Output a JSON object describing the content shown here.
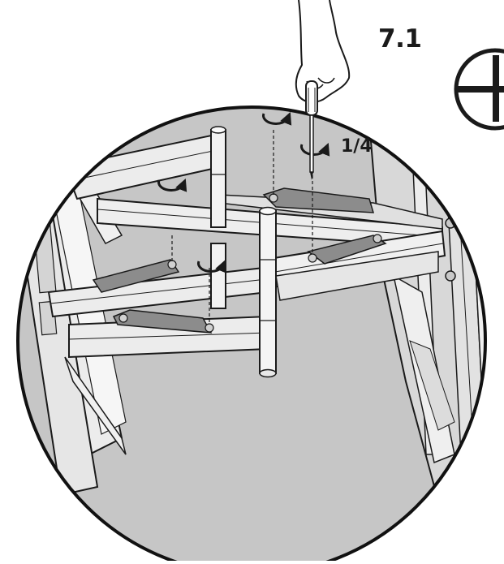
{
  "step": {
    "number": "7.1"
  },
  "annotation": {
    "turn_amount": "1/4"
  },
  "icons": {
    "tool": "phillips-screwdriver-icon",
    "hand": "hand-holding-screwdriver"
  },
  "colors": {
    "background": "#ffffff",
    "wall": "#cfcfcf",
    "floor": "#c4c4c4",
    "metal": "#e6e6e6",
    "bracket_plate": "#8a8a8a",
    "outline": "#1a1a1a"
  }
}
